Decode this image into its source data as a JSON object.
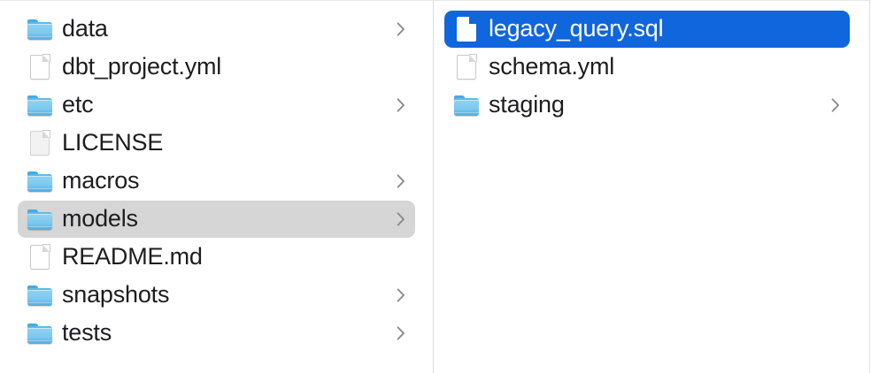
{
  "window": {
    "app": "Finder",
    "view_mode": "column",
    "background_color": "#ffffff",
    "selection_blue": "#0f66dd",
    "selection_gray": "#d6d6d6",
    "text_color": "#1d1d1f",
    "divider_color": "#dcdcdc"
  },
  "columns": [
    {
      "name": "column-1",
      "items": [
        {
          "label": "data",
          "kind": "folder",
          "icon": "folder-icon",
          "has_chevron": true,
          "selected": false,
          "selection": "none"
        },
        {
          "label": "dbt_project.yml",
          "kind": "file",
          "icon": "document-icon",
          "has_chevron": false,
          "selected": false,
          "selection": "none"
        },
        {
          "label": "etc",
          "kind": "folder",
          "icon": "folder-icon",
          "has_chevron": true,
          "selected": false,
          "selection": "none"
        },
        {
          "label": "LICENSE",
          "kind": "file",
          "icon": "document-gray-icon",
          "has_chevron": false,
          "selected": false,
          "selection": "none"
        },
        {
          "label": "macros",
          "kind": "folder",
          "icon": "folder-icon",
          "has_chevron": true,
          "selected": false,
          "selection": "none"
        },
        {
          "label": "models",
          "kind": "folder",
          "icon": "folder-icon",
          "has_chevron": true,
          "selected": true,
          "selection": "gray"
        },
        {
          "label": "README.md",
          "kind": "file",
          "icon": "document-icon",
          "has_chevron": false,
          "selected": false,
          "selection": "none"
        },
        {
          "label": "snapshots",
          "kind": "folder",
          "icon": "folder-icon",
          "has_chevron": true,
          "selected": false,
          "selection": "none"
        },
        {
          "label": "tests",
          "kind": "folder",
          "icon": "folder-icon",
          "has_chevron": true,
          "selected": false,
          "selection": "none"
        }
      ]
    },
    {
      "name": "column-2",
      "items": [
        {
          "label": "legacy_query.sql",
          "kind": "file",
          "icon": "document-icon",
          "has_chevron": false,
          "selected": true,
          "selection": "blue"
        },
        {
          "label": "schema.yml",
          "kind": "file",
          "icon": "document-icon",
          "has_chevron": false,
          "selected": false,
          "selection": "none"
        },
        {
          "label": "staging",
          "kind": "folder",
          "icon": "folder-icon",
          "has_chevron": true,
          "selected": false,
          "selection": "none"
        }
      ]
    }
  ]
}
